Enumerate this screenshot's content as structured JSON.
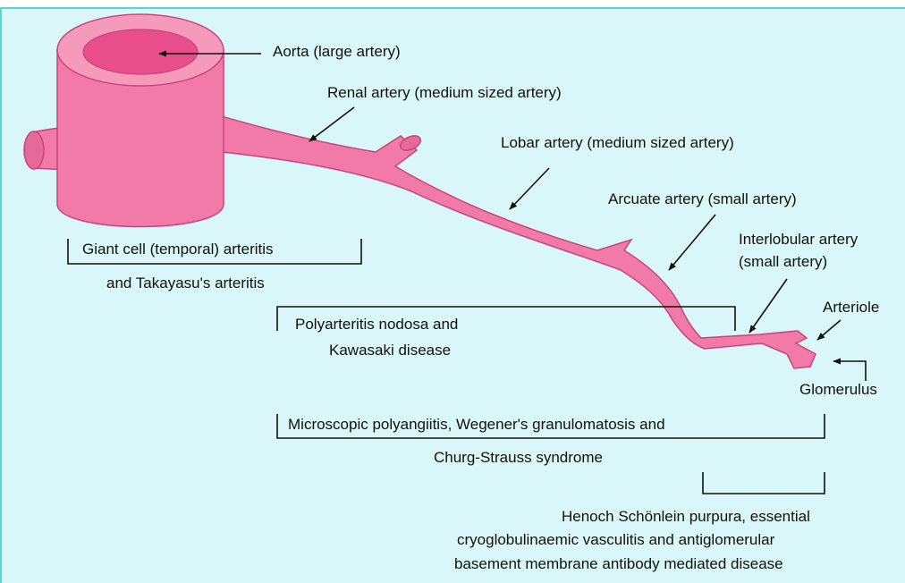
{
  "colors": {
    "background": "#d9f7f8",
    "border": "#57d6d8",
    "vessel_fill": "#f27aa8",
    "vessel_outline": "#c8457a",
    "lumen": "#e84f8a",
    "ink": "#111111"
  },
  "vessel_labels": {
    "aorta": "Aorta (large artery)",
    "renal": "Renal artery (medium sized artery)",
    "lobar": "Lobar artery (medium sized artery)",
    "arcuate": "Arcuate artery (small artery)",
    "interlobular_1": "Interlobular artery",
    "interlobular_2": "(small artery)",
    "arteriole": "Arteriole",
    "glomerulus": "Glomerulus"
  },
  "disease_labels": {
    "giant_cell": "Giant cell (temporal) arteritis",
    "takayasu": "and Takayasu's arteritis",
    "pan_1": "Polyarteritis nodosa and",
    "pan_2": "Kawasaki disease",
    "micro_1": "Microscopic polyangiitis, Wegener's granulomatosis and",
    "micro_2": "Churg-Strauss syndrome",
    "henoch_1": "Henoch Schönlein purpura, essential",
    "henoch_2": "cryoglobulinaemic vasculitis and antiglomerular",
    "henoch_3": "basement membrane antibody mediated disease"
  }
}
